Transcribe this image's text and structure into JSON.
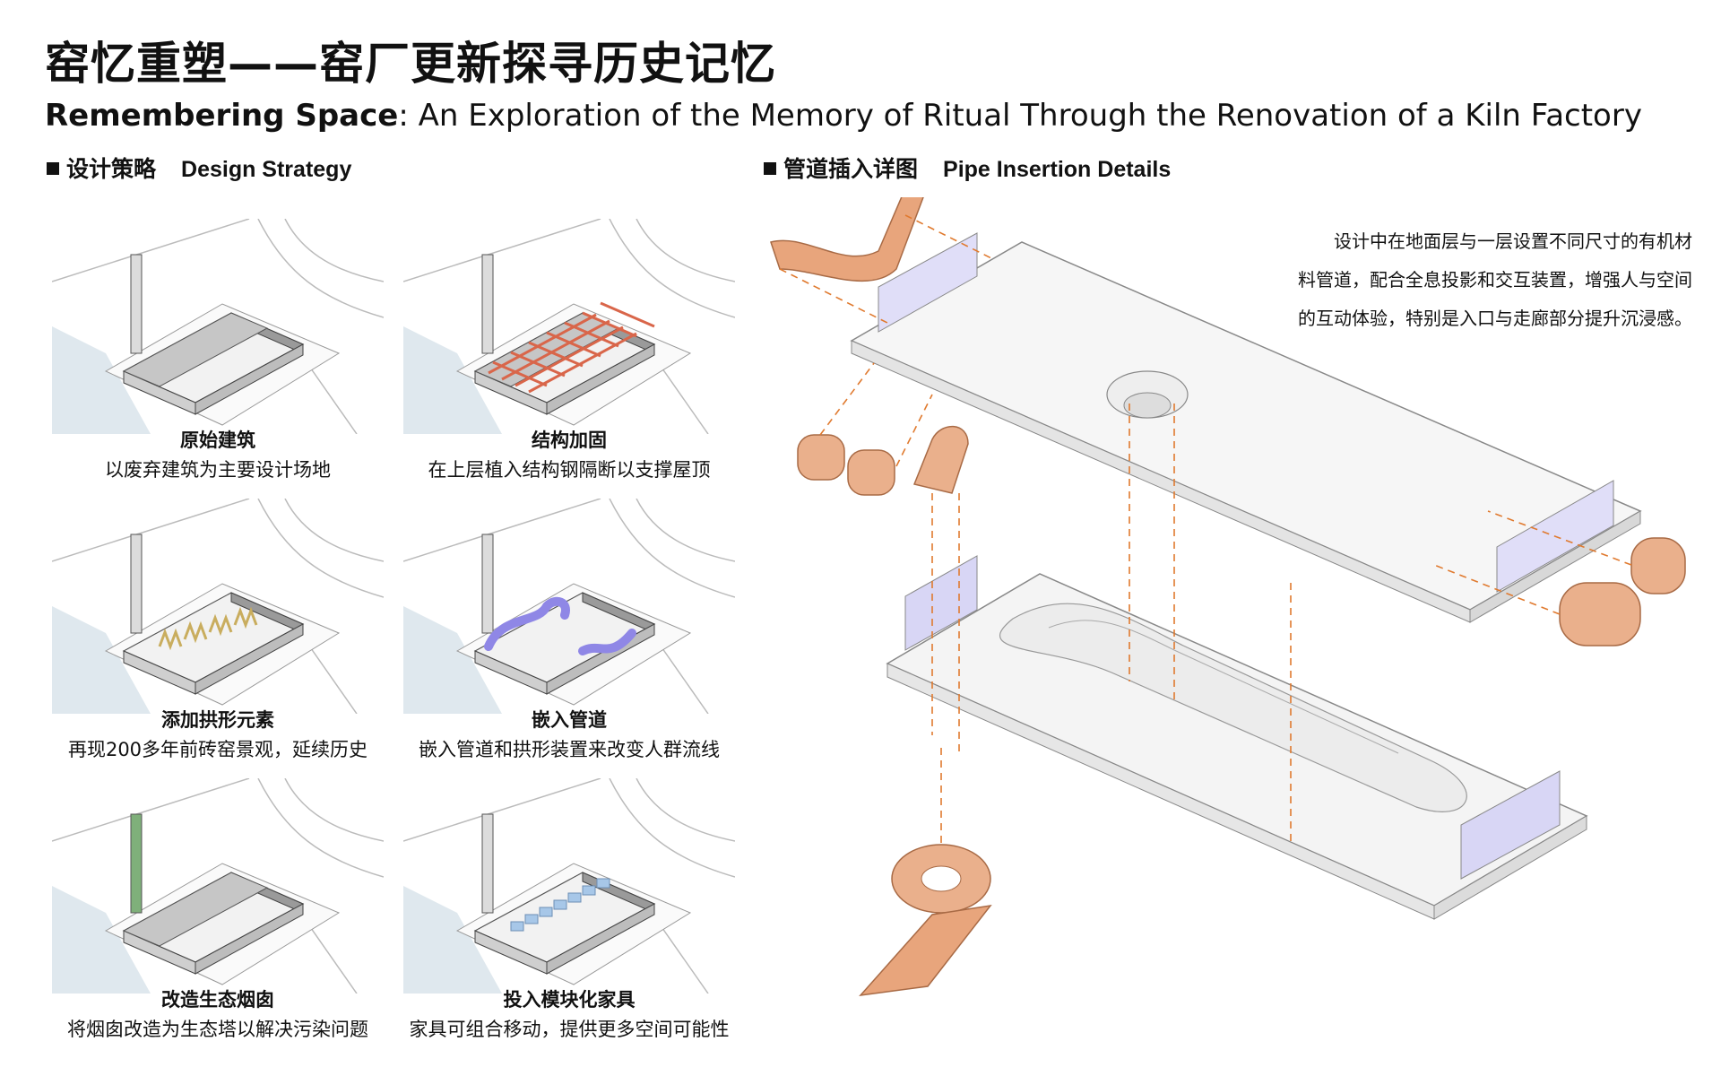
{
  "title": {
    "cn": "窑忆重塑——窑厂更新探寻历史记忆",
    "en_bold": "Remembering Space",
    "en_rest": ": An Exploration of the Memory of Ritual Through the Renovation of a Kiln Factory"
  },
  "left_section": {
    "cn": "设计策略",
    "en": "Design Strategy"
  },
  "right_section": {
    "cn": "管道插入详图",
    "en": "Pipe Insertion Details"
  },
  "strategies": [
    {
      "title": "原始建筑",
      "desc": "以废弃建筑为主要设计场地"
    },
    {
      "title": "结构加固",
      "desc": "在上层植入结构钢隔断以支撑屋顶"
    },
    {
      "title": "添加拱形元素",
      "desc": "再现200多年前砖窑景观，延续历史"
    },
    {
      "title": "嵌入管道",
      "desc": "嵌入管道和拱形装置来改变人群流线"
    },
    {
      "title": "改造生态烟囱",
      "desc": "将烟囱改造为生态塔以解决污染问题"
    },
    {
      "title": "投入模块化家具",
      "desc": "家具可组合移动，提供更多空间可能性"
    }
  ],
  "description": "设计中在地面层与一层设置不同尺寸的有机材料管道，配合全息投影和交互装置，增强人与空间的互动体验，特别是入口与走廊部分提升沉浸感。",
  "colors": {
    "water": "#dfe8ee",
    "roof": "#9a9a9a",
    "steel": "#d9664a",
    "arch": "#c9ad5e",
    "pipe_violet": "#8f87e6",
    "eco_green": "#7fb07a",
    "furniture": "#a7c7e8",
    "pipe_orange": "#e8a57c",
    "leader": "#e07a2f"
  }
}
